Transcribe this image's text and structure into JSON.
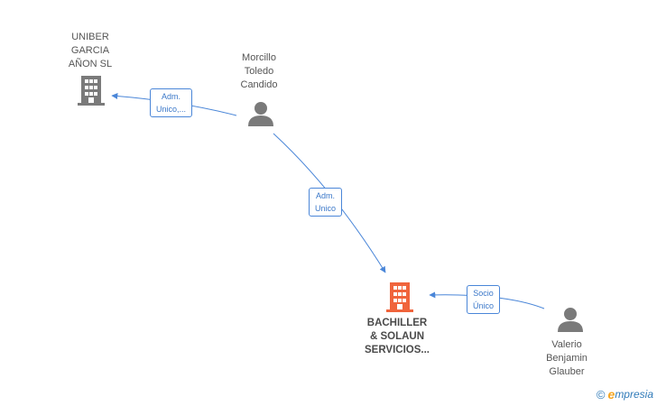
{
  "nodes": {
    "uniber": {
      "label": "UNIBER\nGARCIA\nAÑON SL",
      "type": "company"
    },
    "morcillo": {
      "label": "Morcillo\nToledo\nCandido",
      "type": "person"
    },
    "bachiller": {
      "label": "BACHILLER\n& SOLAUN\nSERVICIOS...",
      "type": "company-main"
    },
    "valerio": {
      "label": "Valerio\nBenjamin\nGlauber",
      "type": "person"
    }
  },
  "edges": {
    "morcillo_uniber": {
      "label": "Adm.\nUnico,..."
    },
    "morcillo_bachiller": {
      "label": "Adm.\nUnico"
    },
    "valerio_bachiller": {
      "label": "Socio\nÚnico"
    }
  },
  "colors": {
    "edge": "#4a86d8",
    "company_icon": "#7a7a7a",
    "main_company_icon": "#f0643c",
    "person_icon": "#7a7a7a"
  },
  "watermark": {
    "copyright": "©",
    "brand_e": "e",
    "brand_rest": "mpresia"
  }
}
